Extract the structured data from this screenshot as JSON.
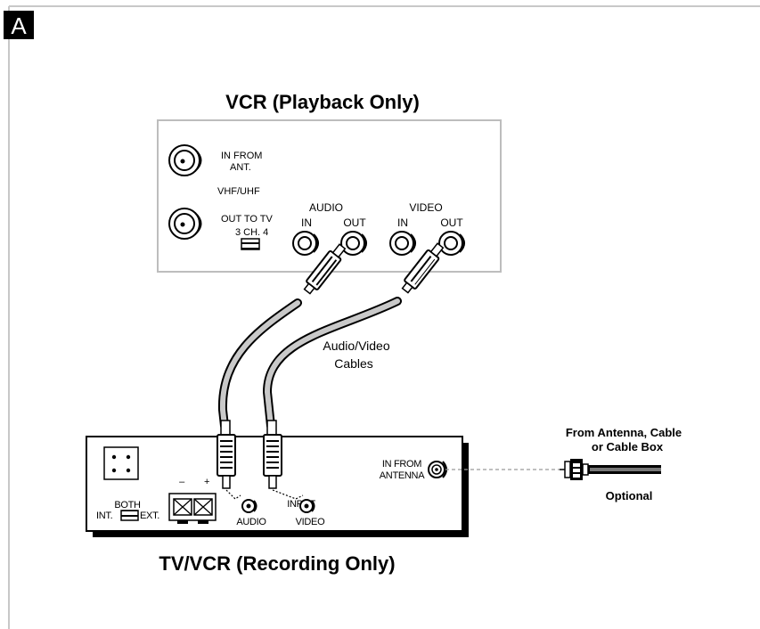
{
  "figure_letter": "A",
  "vcr": {
    "title": "VCR (Playback Only)",
    "in_from_ant_line1": "IN FROM",
    "in_from_ant_line2": "ANT.",
    "vhf_uhf": "VHF/UHF",
    "out_to_tv": "OUT TO TV",
    "channel_switch": "3 CH. 4",
    "audio_label": "AUDIO",
    "video_label": "VIDEO",
    "audio_in": "IN",
    "audio_out": "OUT",
    "video_in": "IN",
    "video_out": "OUT"
  },
  "cables": {
    "label_line1": "Audio/Video",
    "label_line2": "Cables"
  },
  "tvvcr": {
    "title": "TV/VCR (Recording Only)",
    "minus": "–",
    "plus": "+",
    "both": "BOTH",
    "int": "INT.",
    "ext": "EXT.",
    "input": "INPUT",
    "audio": "AUDIO",
    "video": "VIDEO",
    "in_from_line1": "IN FROM",
    "in_from_line2": "ANTENNA"
  },
  "source": {
    "line1": "From Antenna, Cable",
    "line2": "or Cable Box",
    "optional": "Optional"
  }
}
